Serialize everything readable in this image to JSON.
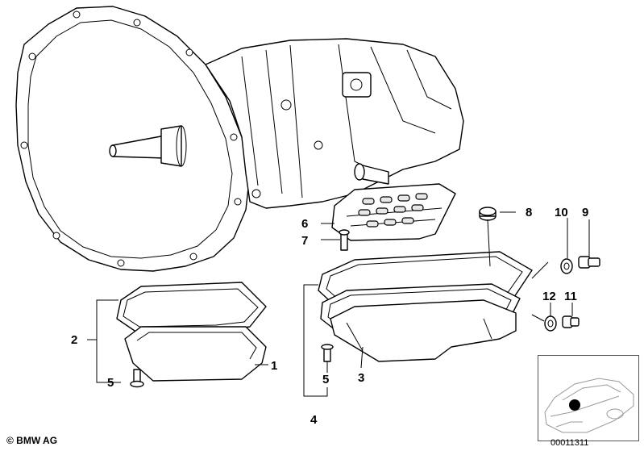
{
  "callouts": {
    "c1": "1",
    "c2": "2",
    "c3": "3",
    "c4": "4",
    "c5_left": "5",
    "c5_right": "5",
    "c6": "6",
    "c7": "7",
    "c8": "8",
    "c9": "9",
    "c10": "10",
    "c11": "11",
    "c12": "12"
  },
  "footer": {
    "copyright": "© BMW AG",
    "diagram_number": "00011311"
  },
  "icons": {
    "copyright": "copyright-symbol",
    "vehicle_locator": "car-locator-icon"
  }
}
